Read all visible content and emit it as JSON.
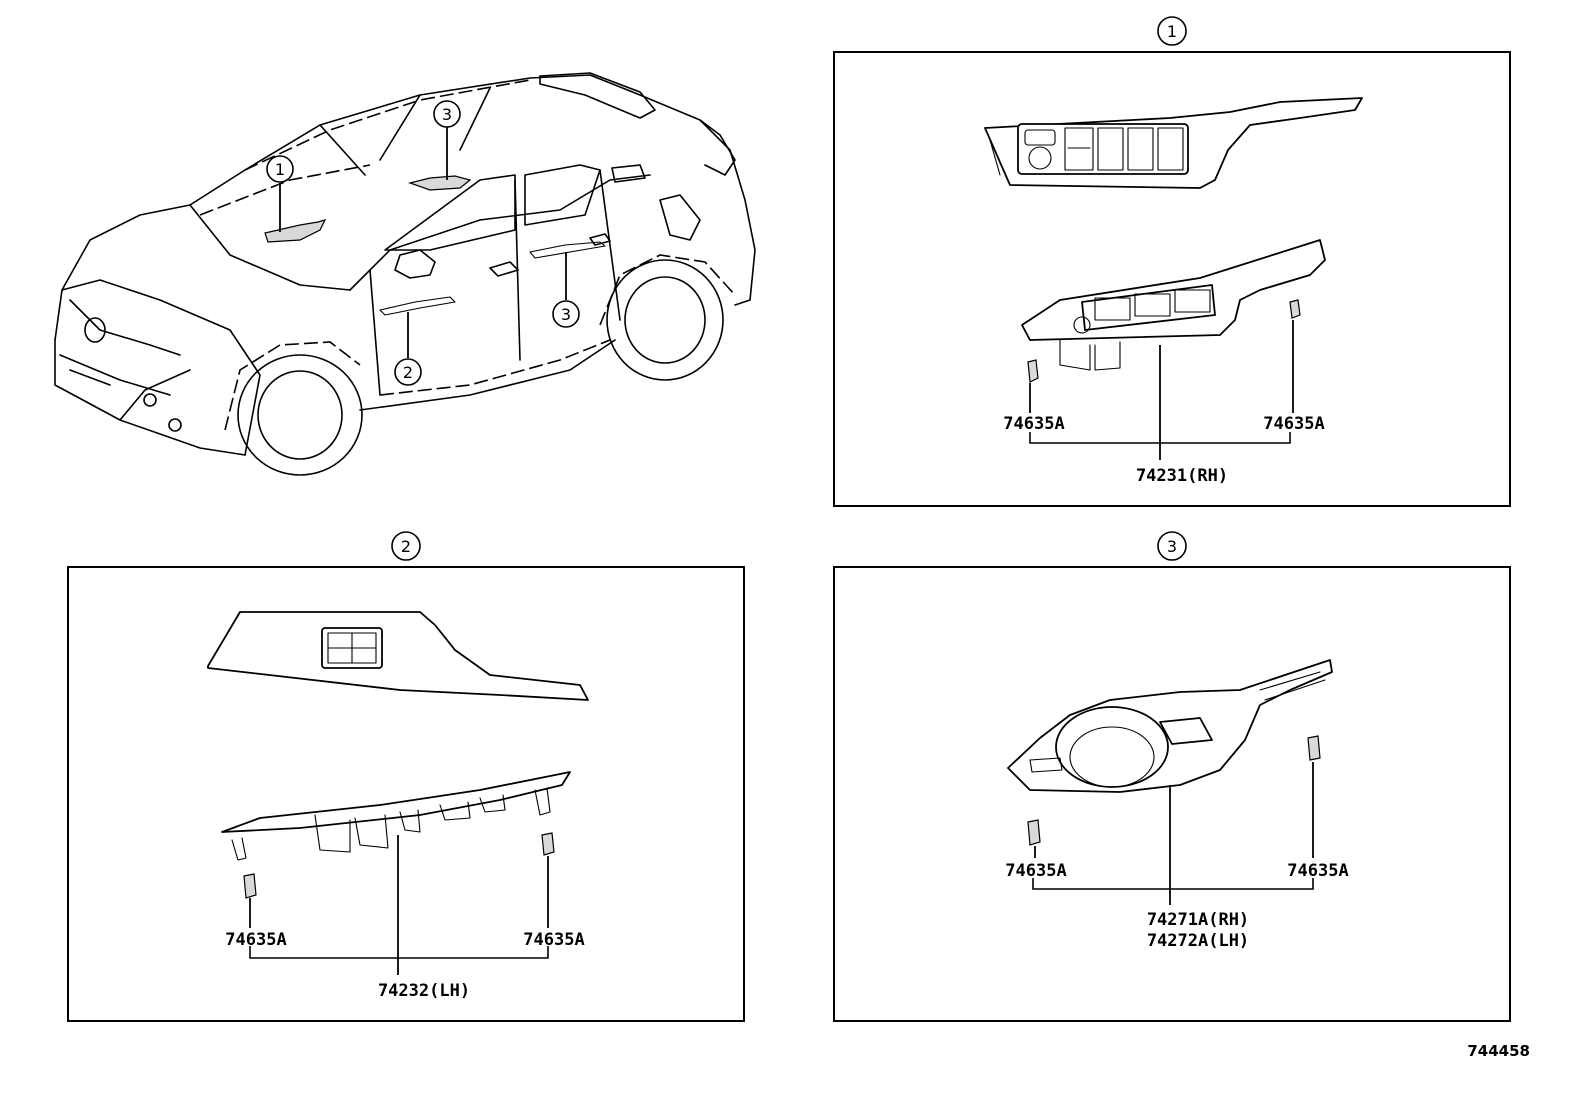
{
  "overview": {
    "callouts": [
      {
        "num": "1"
      },
      {
        "num": "3"
      },
      {
        "num": "3"
      },
      {
        "num": "2"
      }
    ]
  },
  "panels": [
    {
      "callout": "1",
      "clip_left": "74635A",
      "clip_right": "74635A",
      "part": "74231(RH)"
    },
    {
      "callout": "2",
      "clip_left": "74635A",
      "clip_right": "74635A",
      "part": "74232(LH)"
    },
    {
      "callout": "3",
      "clip_left": "74635A",
      "clip_right": "74635A",
      "part_line1": "74271A(RH)",
      "part_line2": "74272A(LH)"
    }
  ],
  "figure_code": "744458"
}
